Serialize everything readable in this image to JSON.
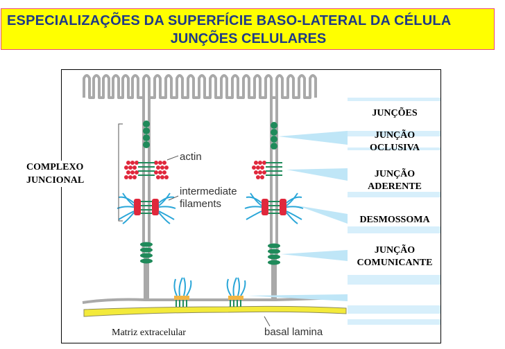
{
  "title": {
    "line1": "ESPECIALIZAÇÕES DA SUPERFÍCIE BASO-LATERAL DA CÉLULA",
    "line2": "JUNÇÕES CELULARES"
  },
  "labels": {
    "complexo_line1": "COMPLEXO",
    "complexo_line2": "JUNCIONAL",
    "juncoes": "JUNÇÕES",
    "oclusiva_line1": "JUNÇÃO",
    "oclusiva_line2": "OCLUSIVA",
    "aderente_line1": "JUNÇÃO",
    "aderente_line2": "ADERENTE",
    "desmossoma": "DESMOSSOMA",
    "comunicante_line1": "JUNÇÃO",
    "comunicante_line2": "COMUNICANTE",
    "actin": "actin",
    "intermediate_line1": "intermediate",
    "intermediate_line2": "filaments",
    "matriz": "Matriz extracelular",
    "basal_lamina": "basal lamina"
  },
  "colors": {
    "title_bg": "#ffff00",
    "title_text": "#1f3a86",
    "title_border": "#e8487a",
    "membrane": "#a9a9a9",
    "tight_junction": "#1f8a5a",
    "actin": "#e0283c",
    "filaments": "#2aa6d8",
    "basal_lamina": "#f3ea3a",
    "hemidesmosome": "#f2b544",
    "pointer": "#bfe6f7"
  }
}
